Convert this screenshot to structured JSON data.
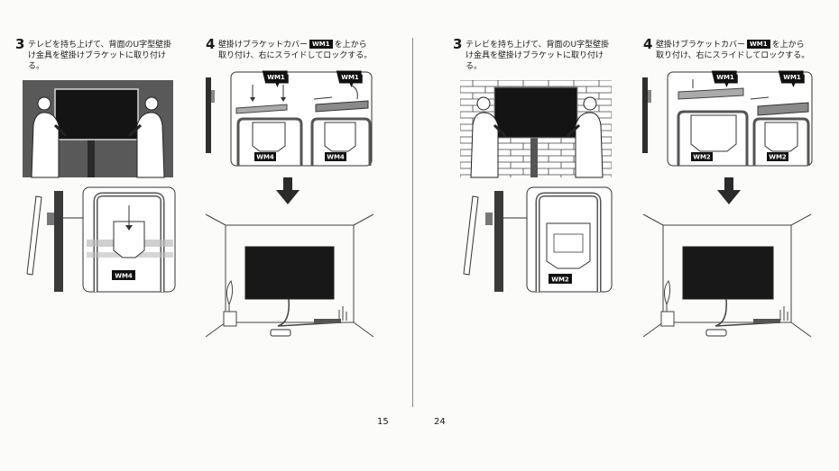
{
  "pages": [
    {
      "page_number": "15",
      "bracket_label": "WM4",
      "step3": {
        "number": "3",
        "line1": "テレビを持ち上げて、背面のU字型壁掛",
        "line2": "け金具を壁掛けブラケットに取り付け",
        "line3": "る。"
      },
      "step4": {
        "number": "4",
        "line1_a": "壁掛けブラケットカバー",
        "badge": "WM1",
        "line1_b": "を上から",
        "line2": "取り付け、右にスライドしてロックする。"
      },
      "labels": {
        "cover": "WM1",
        "bracket": "WM4"
      }
    },
    {
      "page_number": "24",
      "bracket_label": "WM2",
      "step3": {
        "number": "3",
        "line1": "テレビを持ち上げて、背面のU字型壁掛",
        "line2": "け金具を壁掛けブラケットに取り付け",
        "line3": "る。"
      },
      "step4": {
        "number": "4",
        "line1_a": "壁掛けブラケットカバー",
        "badge": "WM1",
        "line1_b": "を上から",
        "line2": "取り付け、右にスライドしてロックする。"
      },
      "labels": {
        "cover": "WM1",
        "bracket": "WM2"
      }
    }
  ]
}
